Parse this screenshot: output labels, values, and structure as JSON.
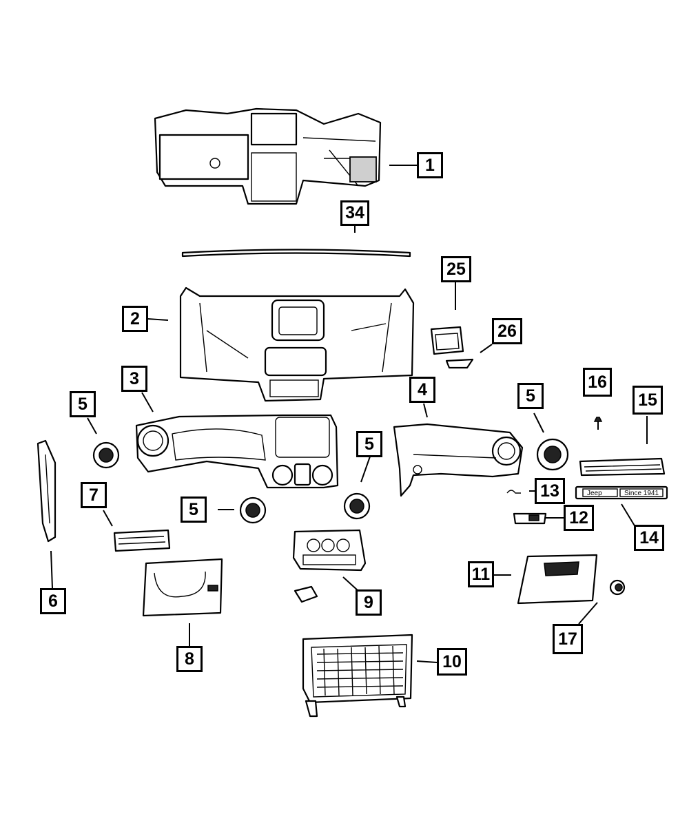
{
  "callouts": {
    "c1": "1",
    "c34": "34",
    "c2": "2",
    "c25": "25",
    "c26": "26",
    "c3": "3",
    "c4": "4",
    "c5a": "5",
    "c5b": "5",
    "c5c": "5",
    "c5d": "5",
    "c16": "16",
    "c15": "15",
    "c7": "7",
    "c13": "13",
    "c14": "14",
    "c12": "12",
    "c6": "6",
    "c8": "8",
    "c9": "9",
    "c11": "11",
    "c17": "17",
    "c10": "10"
  },
  "badge": {
    "left": "Jeep",
    "right": "Since 1941"
  }
}
